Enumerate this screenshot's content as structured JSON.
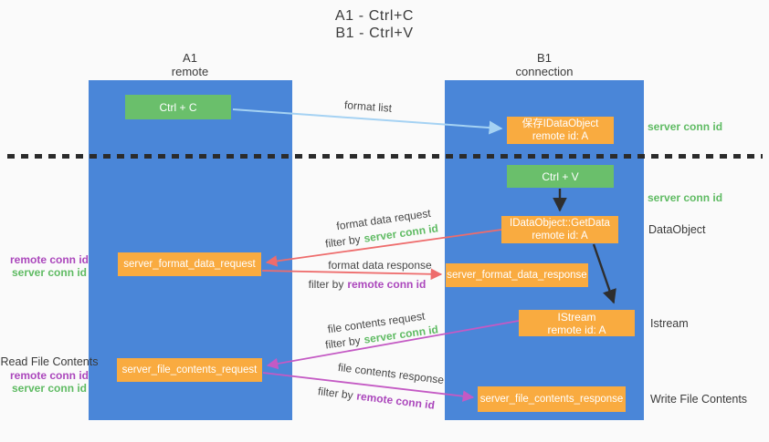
{
  "title": {
    "line1": "A1 - Ctrl+C",
    "line2": "B1 - Ctrl+V"
  },
  "lanes": {
    "left": {
      "name": "A1",
      "subtitle": "remote"
    },
    "right": {
      "name": "B1",
      "subtitle": "connection"
    }
  },
  "nodes": {
    "ctrl_c": {
      "label": "Ctrl + C"
    },
    "ctrl_v": {
      "label": "Ctrl + V"
    },
    "save_dataobject": {
      "line1": "保存IDataObject",
      "line2": "remote id: A"
    },
    "getdata": {
      "line1": "IDataObject::GetData",
      "line2": "remote id: A"
    },
    "istream": {
      "line1": "IStream",
      "line2": "remote id: A"
    },
    "format_request": {
      "label": "server_format_data_request"
    },
    "format_response": {
      "label": "server_format_data_response"
    },
    "file_request": {
      "label": "server_file_contents_request"
    },
    "file_response": {
      "label": "server_file_contents_response"
    }
  },
  "arrow_labels": {
    "format_list": "format list",
    "filter_by": "filter by",
    "format_data_request": "format data request",
    "format_data_response": "format data response",
    "file_contents_request": "file contents request",
    "file_contents_response": "file contents response",
    "server_conn_id": "server conn id",
    "remote_conn_id": "remote conn id"
  },
  "left_labels": {
    "group1": {
      "remote": "remote conn id",
      "server": "server conn id"
    },
    "group2": {
      "read": "Read File Contents",
      "remote": "remote conn id",
      "server": "server conn id"
    }
  },
  "right_labels": {
    "server_conn_top": "server conn id",
    "server_conn_mid": "server conn id",
    "dataobject": "DataObject",
    "istream": "Istream",
    "write_file": "Write File Contents"
  },
  "colors": {
    "lane_blue": "#4a86d8",
    "box_green": "#6abf6b",
    "box_orange": "#f9ab40",
    "arrow_red": "#ee6c6c",
    "arrow_magenta": "#c45ac4",
    "arrow_light_blue": "#a5d2f3",
    "arrow_black": "#2e2e2e",
    "conn_green": "#5fbb63",
    "conn_purple": "#ab47bc"
  }
}
